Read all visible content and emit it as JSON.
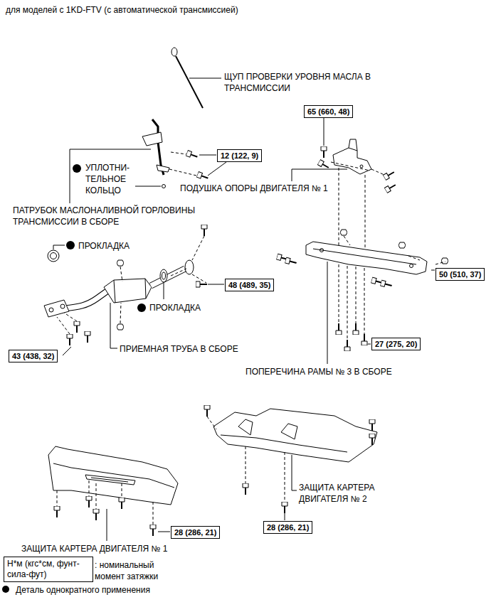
{
  "diagram": {
    "title": "для моделей с 1KD-FTV (с автоматической трансмиссией)",
    "nodes": [
      {
        "text": [
          "12 (122, 9)"
        ]
      },
      {
        "text": [
          "65 (660, 48)"
        ]
      },
      {
        "text": [
          "48 (489, 35)"
        ]
      },
      {
        "text": [
          "50 (510, 37)"
        ]
      },
      {
        "text": [
          "43 (438, 32)"
        ]
      },
      {
        "text": [
          "27 (275, 20)"
        ]
      },
      {
        "text": [
          "28 (286, 21)"
        ]
      },
      {
        "text": [
          "28 (286, 21)"
        ]
      },
      {
        "text": [
          "Н*м (кгс*см, фунт-сила-фут)"
        ]
      }
    ],
    "labels": [
      "ЩУП ПРОВЕРКИ УРОВНЯ МАСЛА В ТРАНСМИССИИ",
      "УПЛОТНИ- ТЕЛЬНОЕ КОЛЬЦО",
      "ПОДУШКА ОПОРЫ ДВИГАТЕЛЯ № 1",
      "ПАТРУБОК МАСЛОНАЛИВНОЙ ГОРЛОВИНЫ ТРАНСМИССИИ В СБОРЕ",
      "ПРОКЛАДКА",
      "ПРОКЛАДКА",
      "ПРИЕМНАЯ ТРУБА В СБОРЕ",
      "ПОПЕРЕЧИНА РАМЫ № 3 В СБОРЕ",
      "ЗАЩИТА КАРТЕРА ДВИГАТЕЛЯ № 2",
      "ЗАЩИТА КАРТЕРА ДВИГАТЕЛЯ № 1"
    ],
    "legend": [
      {
        "text": ": номинальный момент затяжки"
      },
      {
        "text": "Деталь однократного применения"
      }
    ]
  }
}
